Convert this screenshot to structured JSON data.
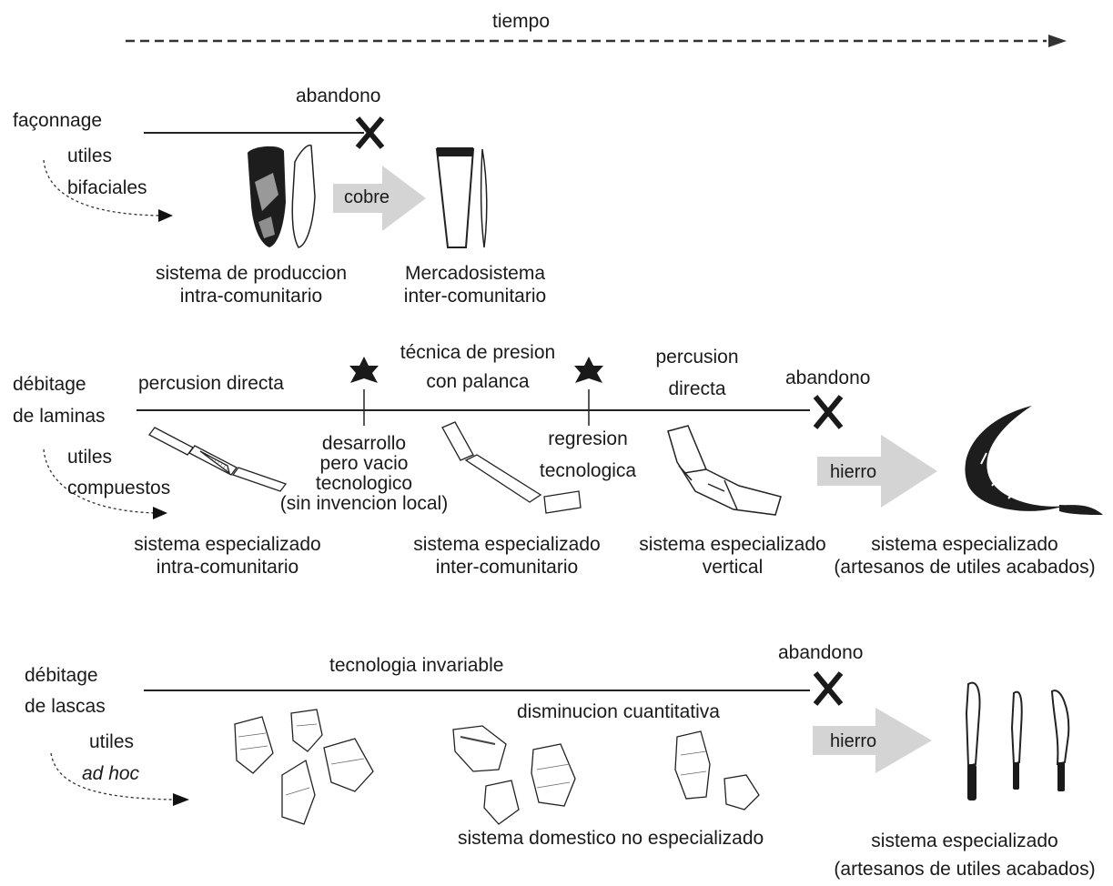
{
  "timeline": {
    "label": "tiempo"
  },
  "row1": {
    "method": "façonnage",
    "tools": [
      "utiles",
      "bifaciales"
    ],
    "abandon": "abandono",
    "arrow": "cobre",
    "system_left": [
      "sistema de produccion",
      "intra-comunitario"
    ],
    "system_right": [
      "Mercadosistema",
      "inter-comunitario"
    ]
  },
  "row2": {
    "method": [
      "débitage",
      "de laminas"
    ],
    "tools": [
      "utiles",
      "compuestos"
    ],
    "stage1": "percusion directa",
    "stage2": [
      "técnica de presion",
      "con palanca"
    ],
    "stage3": [
      "percusion",
      "directa"
    ],
    "abandon": "abandono",
    "event1": [
      "desarrollo",
      "pero vacio",
      "tecnologico",
      "(sin invencion local)"
    ],
    "event2": [
      "regresion",
      "tecnologica"
    ],
    "arrow": "hierro",
    "sys1": [
      "sistema especializado",
      "intra-comunitario"
    ],
    "sys2": [
      "sistema especializado",
      "inter-comunitario"
    ],
    "sys3": [
      "sistema especializado",
      "vertical"
    ],
    "sys4": [
      "sistema especializado",
      "(artesanos de utiles acabados)"
    ]
  },
  "row3": {
    "method": [
      "débitage",
      "de lascas"
    ],
    "tools": [
      "utiles",
      "ad hoc"
    ],
    "stage": "tecnologia invariable",
    "abandon": "abandono",
    "note": "disminucion cuantitativa",
    "arrow": "hierro",
    "sys1": "sistema domestico no especializado",
    "sys2": [
      "sistema especializado",
      "(artesanos de utiles acabados)"
    ]
  },
  "colors": {
    "ink": "#1a1a1a",
    "arrow_fill": "#d4d4d4"
  }
}
